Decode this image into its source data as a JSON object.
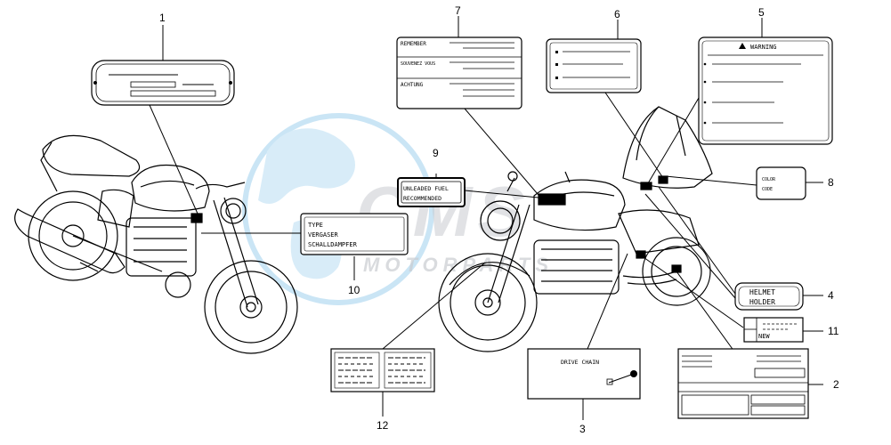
{
  "watermark": {
    "logo_text": "CMS",
    "sub_text": "MOTORPARTS",
    "globe_color": "#9fd0ee",
    "text_color": "#c9ccd1"
  },
  "callouts": {
    "c1": "1",
    "c2": "2",
    "c3": "3",
    "c4": "4",
    "c5": "5",
    "c6": "6",
    "c7": "7",
    "c8": "8",
    "c9": "9",
    "c10": "10",
    "c11": "11",
    "c12": "12"
  },
  "labels": {
    "caution_7": {
      "line1": "REMEMBER",
      "line2": "SOUVENEZ VOUS",
      "line3": "ACHTUNG"
    },
    "warning_5": {
      "title": "WARNING"
    },
    "color_code_8": {
      "line1": "COLOR",
      "line2": "CODE"
    },
    "fuel_9": {
      "line1": "UNLEADED FUEL",
      "line2": "RECOMMENDED"
    },
    "type_10": {
      "line1": "TYPE",
      "line2": "VERGASER",
      "line3": "SCHALLDAMPFER"
    },
    "helmet_4": {
      "line1": "HELMET",
      "line2": "HOLDER"
    },
    "new_11": {
      "text": "NEW"
    },
    "chain_3": {
      "text": "DRIVE CHAIN"
    }
  }
}
